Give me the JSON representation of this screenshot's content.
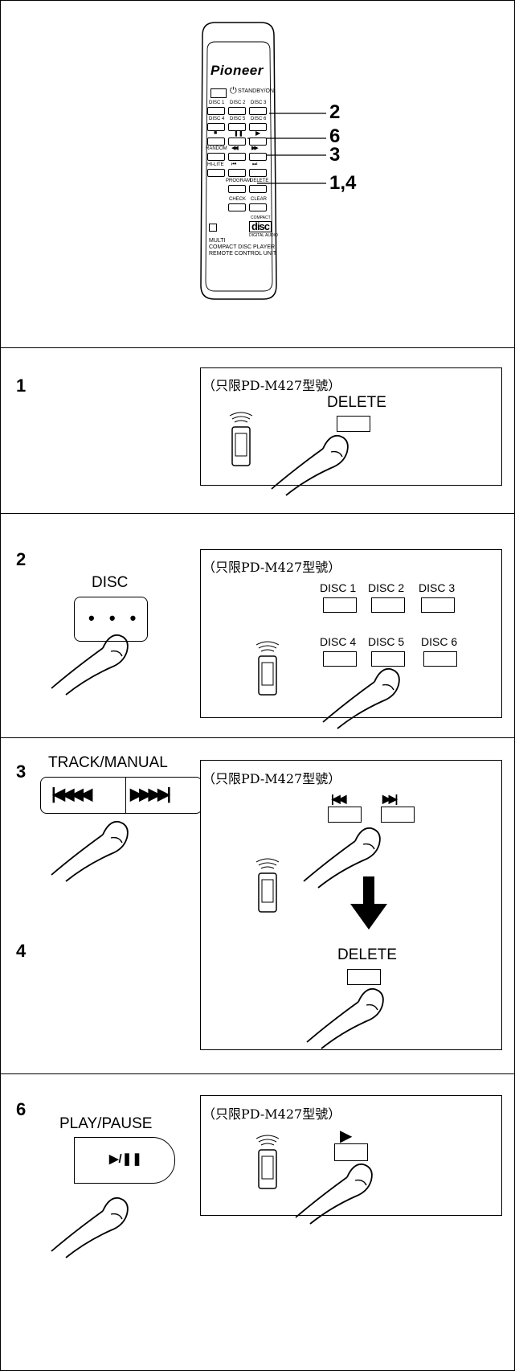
{
  "remote": {
    "brand": "Pioneer",
    "standby_label": "STANDBY/ON",
    "disc_row1": [
      "DISC 1",
      "DISC 2",
      "DISC 3"
    ],
    "disc_row2": [
      "DISC 4",
      "DISC 5",
      "DISC 6"
    ],
    "random_label": "RANDOM",
    "hilite_label": "HI-LITE",
    "program_label": "PROGRAM",
    "delete_label": "DELETE",
    "check_label": "CHECK",
    "clear_label": "CLEAR",
    "cd_logo_top": "COMPACT",
    "cd_logo_bottom": "DIGITAL AUDIO",
    "unit_line1": "MULTI",
    "unit_line2": "COMPACT DISC PLAYER",
    "unit_line3": "REMOTE CONTROL UNIT",
    "callouts": [
      "2",
      "6",
      "3",
      "1,4"
    ]
  },
  "step1": {
    "number": "1",
    "model_note": "（只限PD-M427型號）",
    "delete_label": "DELETE"
  },
  "step2": {
    "number": "2",
    "disc_label": "DISC",
    "model_note": "（只限PD-M427型號）",
    "discs_row1": [
      "DISC 1",
      "DISC 2",
      "DISC 3"
    ],
    "discs_row2": [
      "DISC 4",
      "DISC 5",
      "DISC 6"
    ]
  },
  "step3": {
    "number": "3",
    "track_label": "TRACK/MANUAL",
    "model_note": "（只限PD-M427型號）"
  },
  "step4": {
    "number": "4",
    "delete_label": "DELETE"
  },
  "step6": {
    "number": "6",
    "play_label": "PLAY/PAUSE",
    "model_note": "（只限PD-M427型號）"
  }
}
